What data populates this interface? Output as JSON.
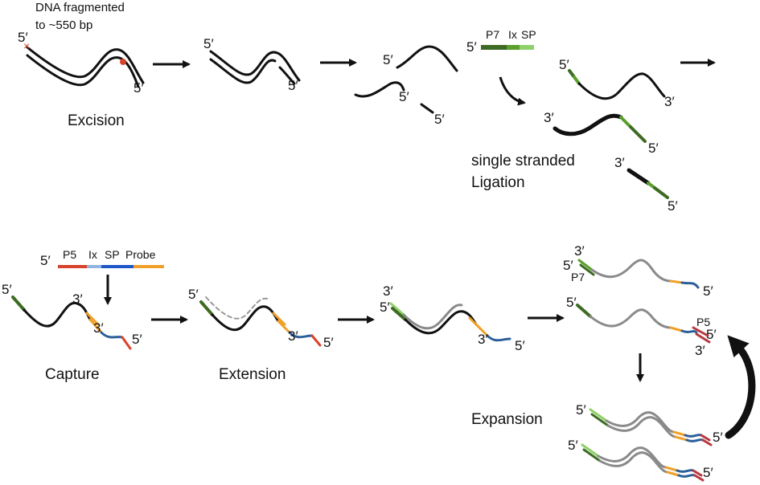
{
  "colors": {
    "dna": "#111111",
    "p7_dark": "#3e6b23",
    "ix_green": "#5aa02c",
    "sp_green": "#8fd06a",
    "p5_red": "#d9432b",
    "ix_light_blue": "#8fb4e0",
    "sp_blue": "#1f56c8",
    "probe_orange": "#f0a028",
    "copy_gray": "#8a8a8a",
    "probe_strand_blue": "#2c5f9a",
    "p5_darkred": "#b8373f",
    "dashed_gray": "#999999"
  },
  "labels": {
    "five_prime": "5′",
    "three_prime": "3′"
  },
  "step1": {
    "note_line1": "DNA fragmented",
    "note_line2": "to ~550 bp",
    "caption": "Excision"
  },
  "ligation": {
    "adapter_p7": "P7",
    "adapter_ix": "Ix",
    "adapter_sp": "SP",
    "caption_line1": "single stranded",
    "caption_line2": "Ligation"
  },
  "capture": {
    "probe_p5": "P5",
    "probe_ix": "Ix",
    "probe_sp": "SP",
    "probe_probe": "Probe",
    "caption": "Capture"
  },
  "extension": {
    "caption": "Extension"
  },
  "final": {
    "p7": "P7",
    "p5": "P5",
    "caption": "Expansion"
  }
}
